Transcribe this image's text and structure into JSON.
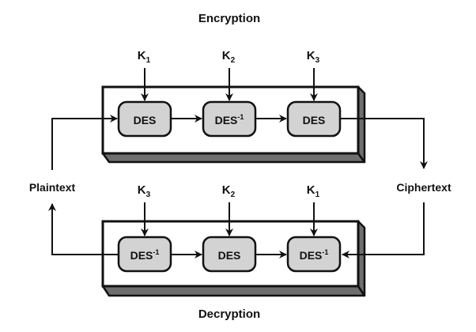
{
  "title_encryption": "Encryption",
  "title_decryption": "Decryption",
  "plaintext_label": "Plaintext",
  "ciphertext_label": "Ciphertext",
  "encryption": {
    "stages": [
      {
        "op": "DES",
        "sup": "",
        "key": "K",
        "key_sub": "1"
      },
      {
        "op": "DES",
        "sup": "-1",
        "key": "K",
        "key_sub": "2"
      },
      {
        "op": "DES",
        "sup": "",
        "key": "K",
        "key_sub": "3"
      }
    ]
  },
  "decryption": {
    "stages": [
      {
        "op": "DES",
        "sup": "-1",
        "key": "K",
        "key_sub": "3"
      },
      {
        "op": "DES",
        "sup": "",
        "key": "K",
        "key_sub": "2"
      },
      {
        "op": "DES",
        "sup": "-1",
        "key": "K",
        "key_sub": "1"
      }
    ]
  },
  "colors": {
    "box_fill": "#d3d3d3",
    "stroke": "#111111",
    "frame_shadow": "#6e6e6e"
  }
}
